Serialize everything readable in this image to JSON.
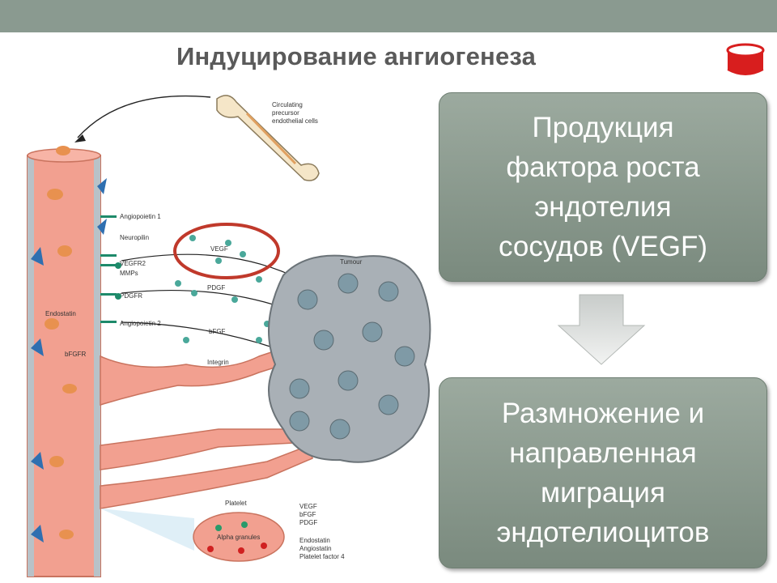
{
  "slide": {
    "title": "Индуцирование ангиогенеза"
  },
  "boxes": [
    {
      "lines": [
        "Продукция",
        "фактора роста",
        "эндотелия",
        "сосудов (VEGF)"
      ]
    },
    {
      "lines": [
        "Размножение и",
        "направленная",
        "миграция",
        "эндотелиоцитов"
      ]
    }
  ],
  "figure": {
    "labels": {
      "circulating": [
        "Circulating",
        "precursor",
        "endothelial cells"
      ],
      "tumour": "Tumour",
      "angiopoietin1": "Angiopoietin 1",
      "neuropilin": "Neuropilin",
      "vegfr2": "VEGFR2",
      "mmps": "MMPs",
      "pdgfr": "PDGFR",
      "angiopoietin2": "Angiopoietin 2",
      "endostatin": "Endostatin",
      "bfgfr": "bFGFR",
      "vegf": "VEGF",
      "pdgf": "PDGF",
      "bfgf": "bFGF",
      "integrin": "Integrin",
      "platelet": "Platelet",
      "alpha_granules": "Alpha granules",
      "platelet_vegf": "VEGF",
      "platelet_bfgf": "bFGF",
      "platelet_pdgf": "PDGF",
      "platelet_endostatin": "Endostatin",
      "platelet_angiostatin": "Angiostatin",
      "platelet_factor4": "Platelet factor 4"
    }
  },
  "colors": {
    "header_bar": "#8a9a90",
    "title_text": "#5a5a5a",
    "box_fill": "#8c9b90",
    "vessel": "#f2a090",
    "tumour": "#a9b0b6",
    "highlight_circle": "#c0392b"
  }
}
